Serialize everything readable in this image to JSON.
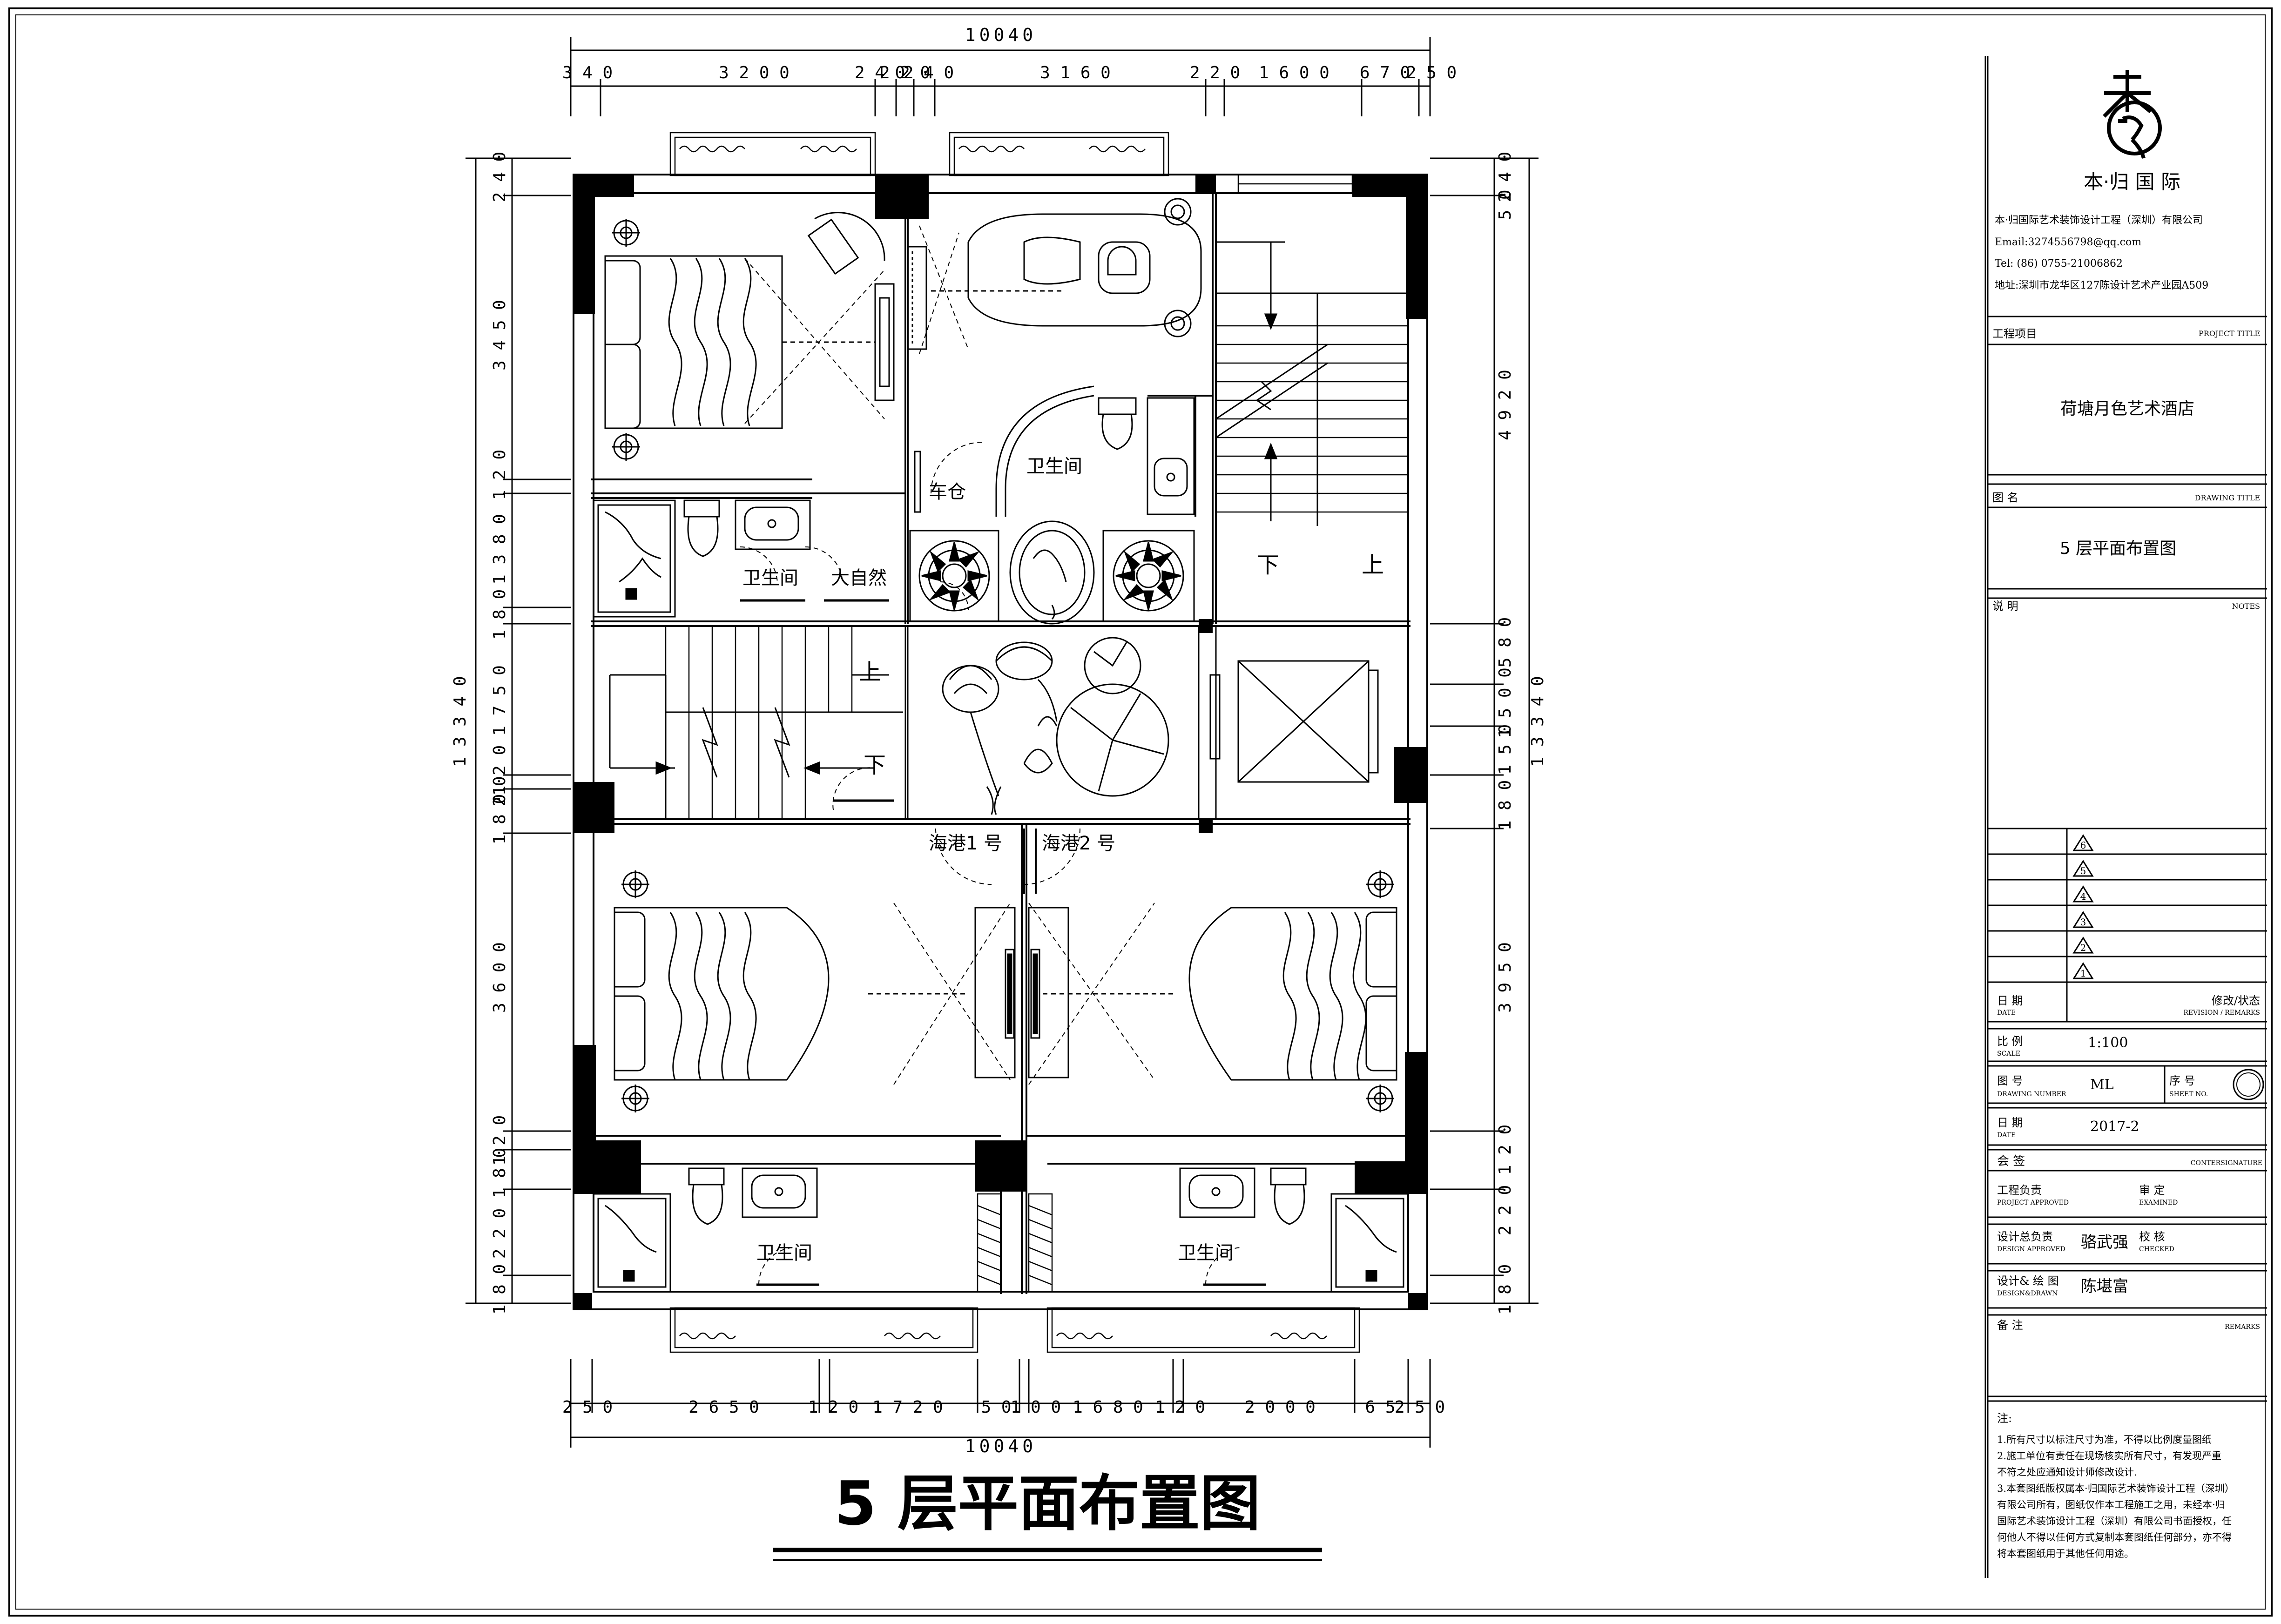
{
  "drawing_title": "5 层平面布置图",
  "dims": {
    "top_total": "10040",
    "top_segments": [
      "3 4 0",
      "3 2 0 0",
      "2 4 0",
      "2 2 0",
      "2 4 0",
      "3 1 6 0",
      "2 2 0",
      "1 6 0 0",
      "6 7 0",
      "2 5 0"
    ],
    "bottom_total": "10040",
    "bottom_segments": [
      "2 5 0",
      "2 6 5 0",
      "1 2 0",
      "1 7 2 0",
      "5 0",
      "1 0 0",
      "1 6 8 0",
      "1 2 0",
      "2 0 0 0",
      "6 5",
      "2 5 0"
    ],
    "left_total": "1 3 3 4 0",
    "left_segments": [
      "2 4 0",
      "3 4 5 0",
      "1 2 0",
      "1 3 8 0",
      "1 8 0",
      "1 7 5 0",
      "1 2 0",
      "2 0",
      "1 8 0",
      "3 6 0 0",
      "1 2 0",
      "1 8 0",
      "2 2 0",
      "1 8 0"
    ],
    "right_total": "1 3 3 4 0",
    "right_segments": [
      "2 4 0",
      "5 0",
      "4 9 2 0",
      "5 8 0",
      "1 5 0 0",
      "1 5 0",
      "1 8 0",
      "3 9 5 0",
      "1 2 0",
      "2 2 0",
      "1 8 0"
    ]
  },
  "rooms": {
    "bathroom_1": "卫生间",
    "nature": "大自然",
    "garage": "车仓",
    "bathroom_2": "卫生间",
    "stair_down_1": "下",
    "stair_up_1": "上",
    "stair_up_2": "上",
    "stair_down_2": "下",
    "harbor_1": "海港1  号",
    "harbor_2": "海港2  号",
    "bathroom_3": "卫生间",
    "bathroom_4": "卫生间"
  },
  "title_block": {
    "company_short": "本·归 国 际",
    "company_full": "本·归国际艺术装饰设计工程（深圳）有限公司",
    "email": "Email:327455679​8@qq.com",
    "tel": "Tel: (86) 0755-21006862",
    "address": "地址:深圳市龙华区127陈设计艺术产业园A509",
    "project_label": "工程项目",
    "project_label_en": "PROJECT TITLE",
    "project_name": "荷塘月色艺术酒店",
    "drawing_label": "图 名",
    "drawing_label_en": "DRAWING TITLE",
    "drawing_name": "5 层平面布置图",
    "notes_label": "说 明",
    "notes_label_en": "NOTES",
    "revisions": [
      "6",
      "5",
      "4",
      "3",
      "2",
      "1"
    ],
    "date_label": "日 期",
    "date_label_en": "DATE",
    "remarks_label": "修改/状态",
    "remarks_label_en": "REVISION / REMARKS",
    "scale_label": "比 例",
    "scale_label_en": "SCALE",
    "scale_value": "1:100",
    "drawing_no_label": "图 号",
    "drawing_no_label_en": "DRAWING NUMBER",
    "drawing_no_value": "ML",
    "sheet_no_label": "序 号",
    "sheet_no_label_en": "SHEET NO.",
    "date2_label": "日 期",
    "date2_label_en": "DATE",
    "date_value": "2017-2",
    "countersign_label": "会 签",
    "countersign_label_en": "CONTERSIGNATURE",
    "project_approved": "工程负责",
    "project_approved_en": "PROJECT APPROVED",
    "examined": "审 定",
    "examined_en": "EXAMINED",
    "design_approved": "设计总负责",
    "design_approved_en": "DESIGN APPROVED",
    "design_approved_name": "骆武强",
    "checked": "校 核",
    "checked_en": "CHECKED",
    "designer": "设计& 绘 图",
    "designer_en": "DESIGN&DRAWN",
    "designer_name": "陈堪富",
    "remarks2_label": "备 注",
    "remarks2_label_en": "REMARKS",
    "notes_heading": "注:",
    "notes": [
      "1.所有尺寸以标注尺寸为准，不得以比例度量图纸",
      "2.施工单位有责任在现场核实所有尺寸，有发现严重",
      "   不符之处应通知设计师修改设计.",
      "3.本套图纸版权属本·归国际艺术装饰设计工程（深圳）",
      "   有限公司所有，图纸仅作本工程施工之用，未经本·归",
      "   国际艺术装饰设计工程（深圳）有限公司书面授权，任",
      "   何他人不得以任何方式复制本套图纸任何部分，亦不得",
      "   将本套图纸用于其他任何用途。"
    ]
  }
}
